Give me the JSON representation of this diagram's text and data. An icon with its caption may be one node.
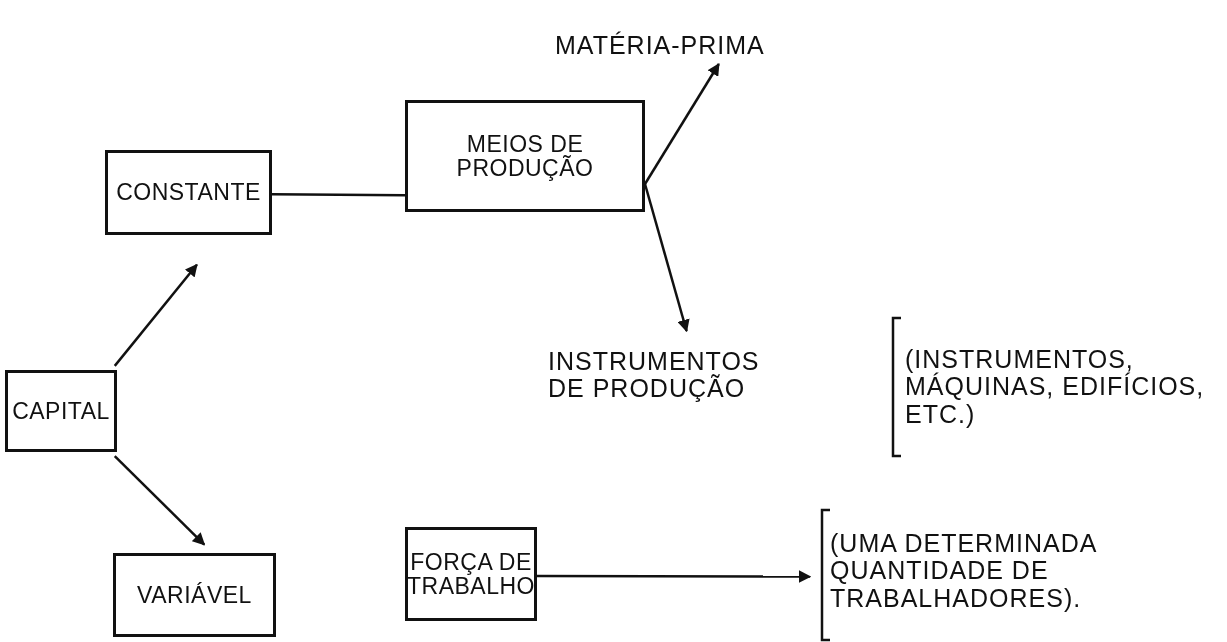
{
  "diagram": {
    "nodes": [
      {
        "text": [
          "CAPITAL"
        ]
      },
      {
        "text": [
          "CONSTANTE"
        ]
      },
      {
        "text": [
          "MEIOS DE PRODUÇÃO"
        ]
      },
      {
        "text": [
          "MATÉRIA-PRIMA"
        ]
      },
      {
        "text": [
          "INSTRUMENTOS DE PRODUÇÃO"
        ]
      },
      {
        "text": [
          "VARIÁVEL"
        ]
      },
      {
        "text": [
          "FORÇA DE TRABALHO"
        ]
      },
      {
        "text": [
          "(UMA DETERMINADA QUANTIDADE DE TRABALHADORES)."
        ]
      }
    ],
    "edges": [
      {
        "from": 0,
        "to": 1,
        "arrow": "to"
      },
      {
        "from": 0,
        "to": 5,
        "arrow": "to"
      },
      {
        "from": 1,
        "to": 2,
        "arrow": "none"
      },
      {
        "from": 2,
        "to": 3,
        "arrow": "to"
      },
      {
        "from": 2,
        "to": 4,
        "arrow": "to"
      },
      {
        "from": 6,
        "to": 7,
        "arrow": "to"
      }
    ],
    "labels": [
      "(INSTRUMENTOS, MÁQUINAS, EDIFÍCIOS, ETC.)"
    ]
  }
}
